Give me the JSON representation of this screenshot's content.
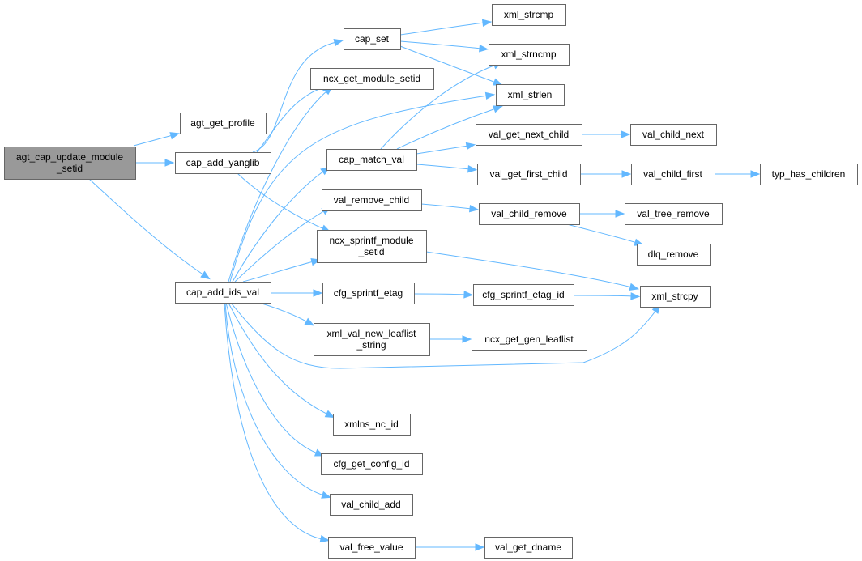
{
  "diagram": {
    "type": "call-graph",
    "root": "agt_cap_update_module_setid",
    "colors": {
      "edge": "#63b8ff",
      "node_border": "#666666",
      "root_fill": "#999999",
      "node_fill": "#ffffff"
    },
    "nodes": [
      {
        "id": "agt_cap_update_module_setid",
        "lines": [
          "agt_cap_update_module",
          "_setid"
        ],
        "root": true
      },
      {
        "id": "agt_get_profile",
        "lines": [
          "agt_get_profile"
        ]
      },
      {
        "id": "cap_add_yanglib",
        "lines": [
          "cap_add_yanglib"
        ]
      },
      {
        "id": "cap_add_ids_val",
        "lines": [
          "cap_add_ids_val"
        ]
      },
      {
        "id": "cap_set",
        "lines": [
          "cap_set"
        ]
      },
      {
        "id": "ncx_get_module_setid",
        "lines": [
          "ncx_get_module_setid"
        ]
      },
      {
        "id": "cap_match_val",
        "lines": [
          "cap_match_val"
        ]
      },
      {
        "id": "val_remove_child",
        "lines": [
          "val_remove_child"
        ]
      },
      {
        "id": "ncx_sprintf_module_setid",
        "lines": [
          "ncx_sprintf_module",
          "_setid"
        ]
      },
      {
        "id": "cfg_sprintf_etag",
        "lines": [
          "cfg_sprintf_etag"
        ]
      },
      {
        "id": "xml_val_new_leaflist_string",
        "lines": [
          "xml_val_new_leaflist",
          "_string"
        ]
      },
      {
        "id": "xmlns_nc_id",
        "lines": [
          "xmlns_nc_id"
        ]
      },
      {
        "id": "cfg_get_config_id",
        "lines": [
          "cfg_get_config_id"
        ]
      },
      {
        "id": "val_child_add",
        "lines": [
          "val_child_add"
        ]
      },
      {
        "id": "val_free_value",
        "lines": [
          "val_free_value"
        ]
      },
      {
        "id": "xml_strcmp",
        "lines": [
          "xml_strcmp"
        ]
      },
      {
        "id": "xml_strncmp",
        "lines": [
          "xml_strncmp"
        ]
      },
      {
        "id": "xml_strlen",
        "lines": [
          "xml_strlen"
        ]
      },
      {
        "id": "val_get_next_child",
        "lines": [
          "val_get_next_child"
        ]
      },
      {
        "id": "val_get_first_child",
        "lines": [
          "val_get_first_child"
        ]
      },
      {
        "id": "val_child_remove",
        "lines": [
          "val_child_remove"
        ]
      },
      {
        "id": "cfg_sprintf_etag_id",
        "lines": [
          "cfg_sprintf_etag_id"
        ]
      },
      {
        "id": "ncx_get_gen_leaflist",
        "lines": [
          "ncx_get_gen_leaflist"
        ]
      },
      {
        "id": "val_get_dname",
        "lines": [
          "val_get_dname"
        ]
      },
      {
        "id": "val_child_next",
        "lines": [
          "val_child_next"
        ]
      },
      {
        "id": "val_child_first",
        "lines": [
          "val_child_first"
        ]
      },
      {
        "id": "val_tree_remove",
        "lines": [
          "val_tree_remove"
        ]
      },
      {
        "id": "dlq_remove",
        "lines": [
          "dlq_remove"
        ]
      },
      {
        "id": "xml_strcpy",
        "lines": [
          "xml_strcpy"
        ]
      },
      {
        "id": "typ_has_children",
        "lines": [
          "typ_has_children"
        ]
      }
    ],
    "edges": [
      {
        "from": "agt_cap_update_module_setid",
        "to": "agt_get_profile"
      },
      {
        "from": "agt_cap_update_module_setid",
        "to": "cap_add_yanglib"
      },
      {
        "from": "agt_cap_update_module_setid",
        "to": "cap_add_ids_val"
      },
      {
        "from": "cap_add_yanglib",
        "to": "cap_set"
      },
      {
        "from": "cap_add_yanglib",
        "to": "ncx_get_module_setid"
      },
      {
        "from": "cap_add_yanglib",
        "to": "ncx_sprintf_module_setid"
      },
      {
        "from": "cap_add_ids_val",
        "to": "ncx_get_module_setid"
      },
      {
        "from": "cap_add_ids_val",
        "to": "xml_strlen"
      },
      {
        "from": "cap_add_ids_val",
        "to": "cap_match_val"
      },
      {
        "from": "cap_add_ids_val",
        "to": "val_remove_child"
      },
      {
        "from": "cap_add_ids_val",
        "to": "ncx_sprintf_module_setid"
      },
      {
        "from": "cap_add_ids_val",
        "to": "cfg_sprintf_etag"
      },
      {
        "from": "cap_add_ids_val",
        "to": "xml_val_new_leaflist_string"
      },
      {
        "from": "cap_add_ids_val",
        "to": "xml_strcpy"
      },
      {
        "from": "cap_add_ids_val",
        "to": "xmlns_nc_id"
      },
      {
        "from": "cap_add_ids_val",
        "to": "cfg_get_config_id"
      },
      {
        "from": "cap_add_ids_val",
        "to": "val_child_add"
      },
      {
        "from": "cap_add_ids_val",
        "to": "val_free_value"
      },
      {
        "from": "cap_set",
        "to": "xml_strcmp"
      },
      {
        "from": "cap_set",
        "to": "xml_strncmp"
      },
      {
        "from": "cap_set",
        "to": "xml_strlen"
      },
      {
        "from": "cap_match_val",
        "to": "xml_strncmp"
      },
      {
        "from": "cap_match_val",
        "to": "xml_strlen"
      },
      {
        "from": "cap_match_val",
        "to": "val_get_next_child"
      },
      {
        "from": "cap_match_val",
        "to": "val_get_first_child"
      },
      {
        "from": "val_remove_child",
        "to": "val_child_remove"
      },
      {
        "from": "ncx_sprintf_module_setid",
        "to": "xml_strcpy"
      },
      {
        "from": "cfg_sprintf_etag",
        "to": "cfg_sprintf_etag_id"
      },
      {
        "from": "cfg_sprintf_etag_id",
        "to": "xml_strcpy"
      },
      {
        "from": "xml_val_new_leaflist_string",
        "to": "ncx_get_gen_leaflist"
      },
      {
        "from": "val_free_value",
        "to": "val_get_dname"
      },
      {
        "from": "val_get_next_child",
        "to": "val_child_next"
      },
      {
        "from": "val_get_first_child",
        "to": "val_child_first"
      },
      {
        "from": "val_child_first",
        "to": "typ_has_children"
      },
      {
        "from": "val_child_remove",
        "to": "val_tree_remove"
      },
      {
        "from": "val_child_remove",
        "to": "dlq_remove"
      }
    ]
  }
}
